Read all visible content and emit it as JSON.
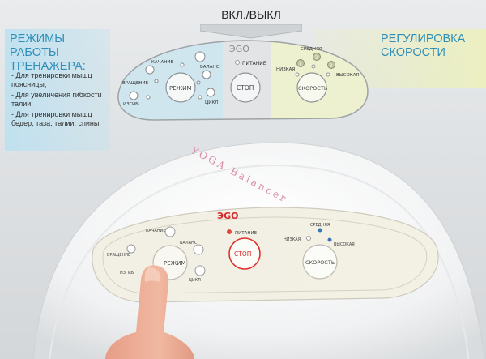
{
  "top_label": "ВКЛ./ВЫКЛ",
  "left_callout": {
    "title_line1": "РЕЖИМЫ РАБОТЫ",
    "title_line2": "ТРЕНАЖЕРА:",
    "items": [
      "- Для тренировки мышц поясницы;",
      "- Для увеличения гибкости талии;",
      "- Для тренировки мышц бедер, таза, талии, спины."
    ]
  },
  "right_callout": {
    "title_line1": "РЕГУЛИРОВКА",
    "title_line2": "СКОРОСТИ"
  },
  "panel": {
    "brand": "ЭGO",
    "power_label": "ПИТАНИЕ",
    "mode_button": "РЕЖИМ",
    "stop_button": "СТОП",
    "speed_button": "СКОРОСТЬ",
    "modes": {
      "swing": "КАЧАНИЕ",
      "rotation": "ВРАЩЕНИЕ",
      "bend": "ИЗГИБ",
      "balance": "БАЛАНС",
      "cycle": "ЦИКЛ"
    },
    "speeds": {
      "low": "НИЗКАЯ",
      "medium": "СРЕДНЯЯ",
      "high": "ВЫСОКАЯ",
      "n1": "1",
      "n2": "2",
      "n3": "3"
    }
  },
  "device_logo": "YOGA Balancer",
  "colors": {
    "callout_title": "#2f8fb8",
    "panel_left": "#cfe6ef",
    "panel_center": "#e2e4e6",
    "panel_right": "#eef1cf",
    "stop_red": "#e0312f",
    "brand_red": "#d7262a"
  }
}
